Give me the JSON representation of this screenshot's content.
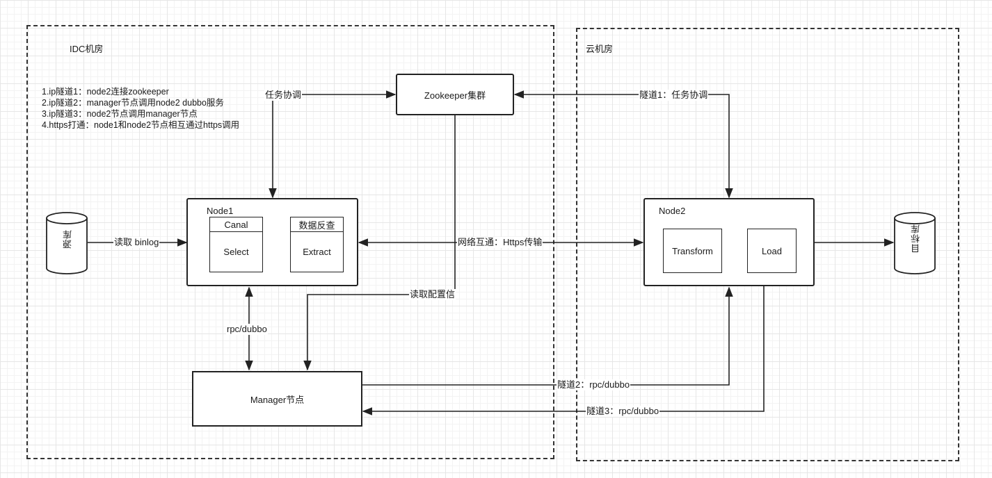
{
  "regions": {
    "idc": "IDC机房",
    "cloud": "云机房"
  },
  "notes": [
    "1.ip隧道1：node2连接zookeeper",
    "2.ip隧道2：manager节点调用node2 dubbo服务",
    "3.ip隧道3：node2节点调用manager节点",
    "4.https打通：node1和node2节点相互通过https调用"
  ],
  "zookeeper": "Zookeeper集群",
  "node1": {
    "title": "Node1",
    "canal_header": "Canal",
    "canal_body": "Select",
    "data_header": "数据反查",
    "data_body": "Extract"
  },
  "node2": {
    "title": "Node2",
    "transform": "Transform",
    "load": "Load"
  },
  "manager": "Manager节点",
  "source_db": "源库",
  "target_db": "目标库",
  "edges": {
    "task_coord": "任务协调",
    "tunnel1": "隧道1：任务协调",
    "read_binlog": "读取 binlog",
    "network": "网络互通：Https传输",
    "read_config": "读取配置信",
    "rpc": "rpc/dubbo",
    "tunnel2": "隧道2：rpc/dubbo",
    "tunnel3": "隧道3：rpc/dubbo"
  }
}
